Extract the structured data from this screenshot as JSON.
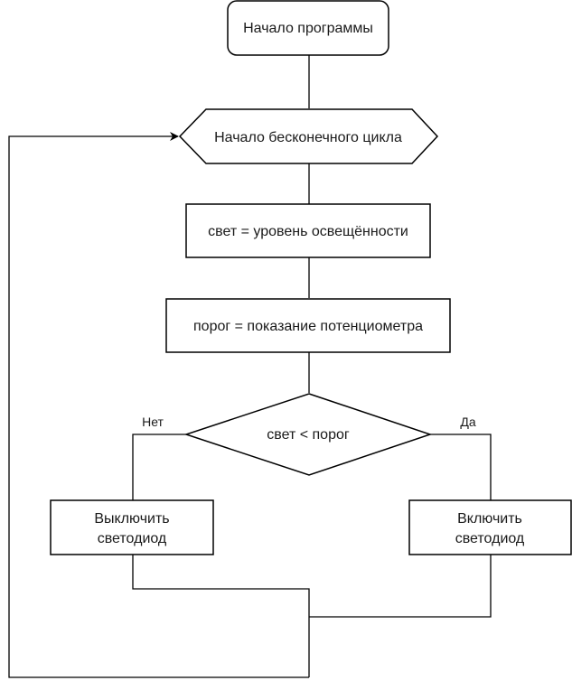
{
  "diagram": {
    "type": "flowchart",
    "nodes": {
      "start": {
        "shape": "rounded-rectangle",
        "label": "Начало программы"
      },
      "loop": {
        "shape": "hexagon",
        "label": "Начало бесконечного цикла"
      },
      "read_light": {
        "shape": "rectangle",
        "label": "свет = уровень освещённости"
      },
      "read_threshold": {
        "shape": "rectangle",
        "label": "порог = показание потенциометра"
      },
      "decision": {
        "shape": "diamond",
        "label": "свет < порог"
      },
      "led_off": {
        "shape": "rectangle",
        "label_lines": [
          "Выключить",
          "светодиод"
        ]
      },
      "led_on": {
        "shape": "rectangle",
        "label_lines": [
          "Включить",
          "светодиод"
        ]
      }
    },
    "edges": [
      {
        "from": "start",
        "to": "loop"
      },
      {
        "from": "loop",
        "to": "read_light"
      },
      {
        "from": "read_light",
        "to": "read_threshold"
      },
      {
        "from": "read_threshold",
        "to": "decision"
      },
      {
        "from": "decision",
        "to": "led_off",
        "label": "Нет"
      },
      {
        "from": "decision",
        "to": "led_on",
        "label": "Да"
      },
      {
        "from": "led_off",
        "to": "loop",
        "arrow": true
      },
      {
        "from": "led_on",
        "to": "loop",
        "arrow": true
      }
    ],
    "branch_labels": {
      "no": "Нет",
      "yes": "Да"
    }
  }
}
